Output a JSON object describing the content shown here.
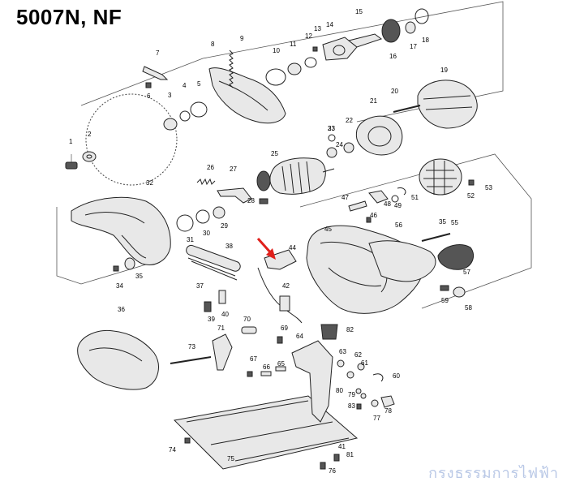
{
  "title": "5007N, NF",
  "watermark": "กรงธรรมการไฟฟ้า",
  "arrow_color": "#e0201b",
  "part_labels": [
    "1",
    "2",
    "3",
    "4",
    "5",
    "6",
    "7",
    "8",
    "9",
    "10",
    "11",
    "12",
    "13",
    "14",
    "15",
    "16",
    "17",
    "18",
    "19",
    "20",
    "21",
    "22",
    "23",
    "24",
    "25",
    "26",
    "27",
    "28",
    "29",
    "30",
    "31",
    "32",
    "33",
    "34",
    "35",
    "35",
    "36",
    "37",
    "38",
    "39",
    "40",
    "41",
    "42",
    "44",
    "45",
    "46",
    "47",
    "48",
    "49",
    "51",
    "52",
    "53",
    "55",
    "56",
    "57",
    "58",
    "59",
    "60",
    "61",
    "62",
    "63",
    "64",
    "65",
    "66",
    "67",
    "69",
    "70",
    "71",
    "73",
    "74",
    "75",
    "76",
    "77",
    "78",
    "79",
    "80",
    "81",
    "82",
    "83"
  ]
}
